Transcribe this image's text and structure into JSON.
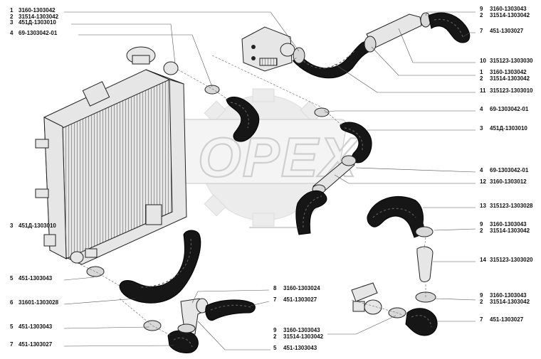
{
  "watermark": {
    "text": "OPEX"
  },
  "callouts_left": [
    {
      "lines": [
        {
          "num": "1",
          "code": "3160-1303042"
        },
        {
          "num": "2",
          "code": "31514-1303042"
        }
      ]
    },
    {
      "lines": [
        {
          "num": "3",
          "code": "451Д-1303010"
        }
      ]
    },
    {
      "lines": [
        {
          "num": "4",
          "code": "69-1303042-01"
        }
      ]
    },
    {
      "lines": [
        {
          "num": "3",
          "code": "451Д-1303010"
        }
      ]
    },
    {
      "lines": [
        {
          "num": "5",
          "code": "451-1303043"
        }
      ]
    },
    {
      "lines": [
        {
          "num": "6",
          "code": "31601-1303028"
        }
      ]
    },
    {
      "lines": [
        {
          "num": "5",
          "code": "451-1303043"
        }
      ]
    },
    {
      "lines": [
        {
          "num": "7",
          "code": "451-1303027"
        }
      ]
    }
  ],
  "callouts_mid": [
    {
      "lines": [
        {
          "num": "8",
          "code": "3160-1303024"
        }
      ]
    },
    {
      "lines": [
        {
          "num": "7",
          "code": "451-1303027"
        }
      ]
    },
    {
      "lines": [
        {
          "num": "9",
          "code": "3160-1303043"
        },
        {
          "num": "2",
          "code": "31514-1303042"
        }
      ]
    },
    {
      "lines": [
        {
          "num": "5",
          "code": "451-1303043"
        }
      ]
    }
  ],
  "callouts_right": [
    {
      "lines": [
        {
          "num": "9",
          "code": "3160-1303043"
        },
        {
          "num": "2",
          "code": "31514-1303042"
        }
      ]
    },
    {
      "lines": [
        {
          "num": "7",
          "code": "451-1303027"
        }
      ]
    },
    {
      "lines": [
        {
          "num": "10",
          "code": "315123-1303030"
        }
      ]
    },
    {
      "lines": [
        {
          "num": "1",
          "code": "3160-1303042"
        },
        {
          "num": "2",
          "code": "31514-1303042"
        }
      ]
    },
    {
      "lines": [
        {
          "num": "11",
          "code": "315123-1303010"
        }
      ]
    },
    {
      "lines": [
        {
          "num": "4",
          "code": "69-1303042-01"
        }
      ]
    },
    {
      "lines": [
        {
          "num": "3",
          "code": "451Д-1303010"
        }
      ]
    },
    {
      "lines": [
        {
          "num": "4",
          "code": "69-1303042-01"
        }
      ]
    },
    {
      "lines": [
        {
          "num": "12",
          "code": "3160-1303012"
        }
      ]
    },
    {
      "lines": [
        {
          "num": "13",
          "code": "315123-1303028"
        }
      ]
    },
    {
      "lines": [
        {
          "num": "9",
          "code": "3160-1303043"
        },
        {
          "num": "2",
          "code": "31514-1303042"
        }
      ]
    },
    {
      "lines": [
        {
          "num": "14",
          "code": "315123-1303020"
        }
      ]
    },
    {
      "lines": [
        {
          "num": "9",
          "code": "3160-1303043"
        },
        {
          "num": "2",
          "code": "31514-1303042"
        }
      ]
    },
    {
      "lines": [
        {
          "num": "7",
          "code": "451-1303027"
        }
      ]
    }
  ]
}
